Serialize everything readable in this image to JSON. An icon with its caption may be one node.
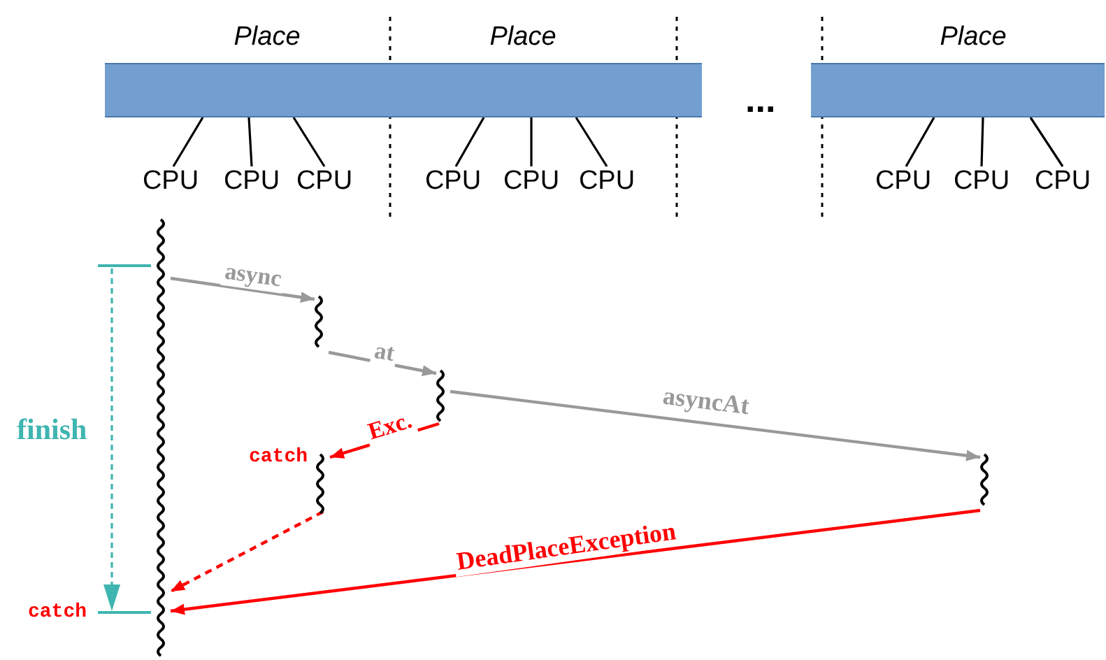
{
  "diagram": {
    "nodes": [
      {
        "text": [
          "Place"
        ]
      },
      {
        "text": [
          "Place"
        ]
      },
      {
        "text": [
          "Place"
        ]
      },
      {
        "text": [
          "CPU"
        ]
      },
      {
        "text": [
          "CPU"
        ]
      },
      {
        "text": [
          "CPU"
        ]
      },
      {
        "text": [
          "CPU"
        ]
      },
      {
        "text": [
          "CPU"
        ]
      },
      {
        "text": [
          "CPU"
        ]
      },
      {
        "text": [
          "CPU"
        ]
      },
      {
        "text": [
          "CPU"
        ]
      },
      {
        "text": [
          "CPU"
        ]
      },
      {
        "text": [],
        "shape": "line",
        "beside": [
          "catch"
        ]
      },
      {
        "text": [],
        "shape": "line"
      },
      {
        "text": [],
        "shape": "line"
      },
      {
        "text": [],
        "shape": "line",
        "beside": [
          "catch"
        ]
      },
      {
        "text": [],
        "shape": "line"
      }
    ],
    "edges": [
      {
        "from": 3,
        "to": 0,
        "arrow": "none"
      },
      {
        "from": 4,
        "to": 0,
        "arrow": "none"
      },
      {
        "from": 5,
        "to": 0,
        "arrow": "none"
      },
      {
        "from": 6,
        "to": 1,
        "arrow": "none"
      },
      {
        "from": 7,
        "to": 1,
        "arrow": "none"
      },
      {
        "from": 8,
        "to": 1,
        "arrow": "none"
      },
      {
        "from": 9,
        "to": 2,
        "arrow": "none"
      },
      {
        "from": 10,
        "to": 2,
        "arrow": "none"
      },
      {
        "from": 11,
        "to": 2,
        "arrow": "none"
      },
      {
        "from": 12,
        "to": 13,
        "arrow": "to",
        "label": "async",
        "color": "#999999"
      },
      {
        "from": 13,
        "to": 14,
        "arrow": "to",
        "label": "at",
        "color": "#999999"
      },
      {
        "from": 14,
        "to": 16,
        "arrow": "to",
        "label": "asyncAt",
        "color": "#999999"
      },
      {
        "from": 14,
        "to": 15,
        "arrow": "to",
        "label": "Exc.",
        "color": "#ff0000"
      },
      {
        "from": 15,
        "to": 12,
        "arrow": "to",
        "style": "dashed",
        "color": "#ff0000"
      },
      {
        "from": 16,
        "to": 12,
        "arrow": "to",
        "label": "DeadPlaceException",
        "color": "#ff0000"
      }
    ],
    "labels": [
      "...",
      "finish"
    ]
  }
}
